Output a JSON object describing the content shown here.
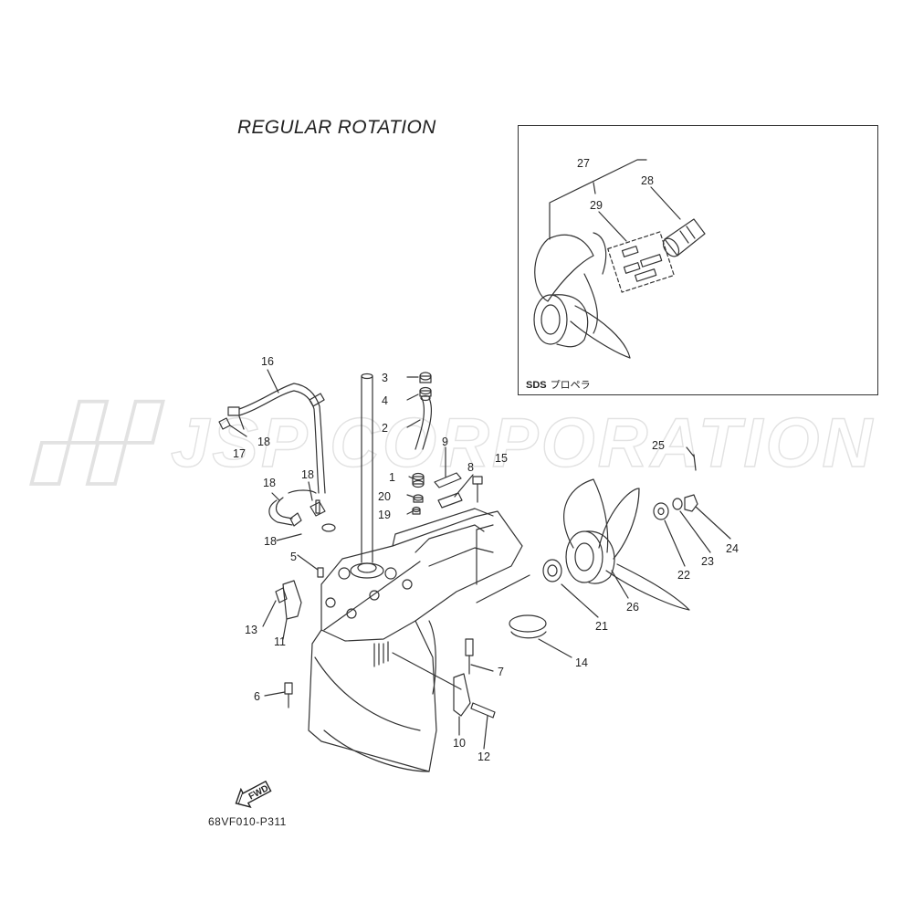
{
  "title": "REGULAR ROTATION",
  "drawing_code": "68VF010-P311",
  "inset": {
    "label_bold": "SDS",
    "label_text": "プロペラ"
  },
  "watermark": "JSP CORPORATION",
  "fwd_label": "FWD",
  "parts": [
    {
      "num": "1"
    },
    {
      "num": "2"
    },
    {
      "num": "3"
    },
    {
      "num": "4"
    },
    {
      "num": "5"
    },
    {
      "num": "6"
    },
    {
      "num": "7"
    },
    {
      "num": "8"
    },
    {
      "num": "9"
    },
    {
      "num": "10"
    },
    {
      "num": "11"
    },
    {
      "num": "12"
    },
    {
      "num": "13"
    },
    {
      "num": "14"
    },
    {
      "num": "15"
    },
    {
      "num": "16"
    },
    {
      "num": "17"
    },
    {
      "num": "18"
    },
    {
      "num": "19"
    },
    {
      "num": "20"
    },
    {
      "num": "21"
    },
    {
      "num": "22"
    },
    {
      "num": "23"
    },
    {
      "num": "24"
    },
    {
      "num": "25"
    },
    {
      "num": "26"
    },
    {
      "num": "27"
    },
    {
      "num": "28"
    },
    {
      "num": "29"
    }
  ]
}
